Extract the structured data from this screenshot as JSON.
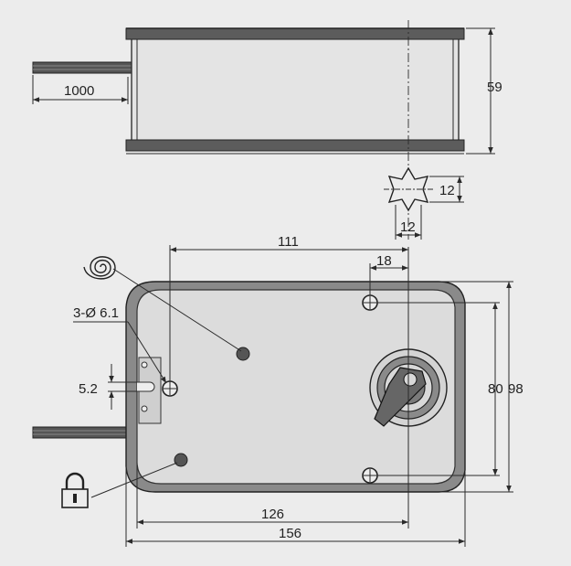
{
  "dimensions": {
    "cable_length": "1000",
    "height_side": "59",
    "shaft_w": "12",
    "shaft_h": "12",
    "hole_offset": "111",
    "hole_to_axis": "18",
    "hole_spacing": "80",
    "total_height": "98",
    "mount_holes": "3-Ø 6.1",
    "slot": "5.2",
    "inner_width": "126",
    "total_width": "156"
  },
  "colors": {
    "background": "#ececec",
    "housing": "#8a8a8a",
    "face": "#dcdcdc",
    "band": "#5c5c5c"
  },
  "icons": [
    "spring-return-icon",
    "lock-icon"
  ]
}
